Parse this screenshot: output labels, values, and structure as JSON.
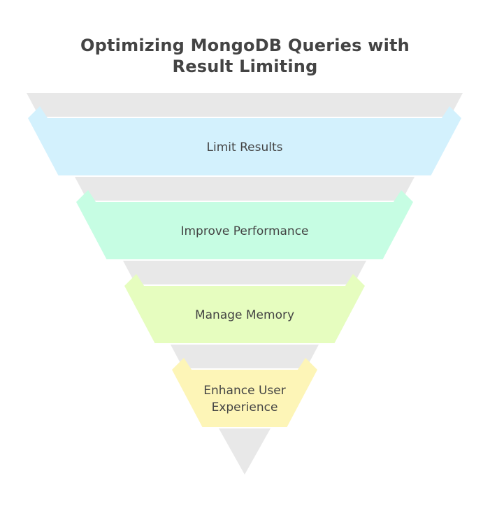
{
  "diagram": {
    "title": "Optimizing MongoDB Queries with Result Limiting",
    "type": "funnel",
    "stages": [
      {
        "label_lines": [
          "Limit Results"
        ],
        "color": "#d3f1fd"
      },
      {
        "label_lines": [
          "Improve Performance"
        ],
        "color": "#c6fde3"
      },
      {
        "label_lines": [
          "Manage Memory"
        ],
        "color": "#e6fdbf"
      },
      {
        "label_lines": [
          "Enhance User",
          "Experience"
        ],
        "color": "#fdf5b7"
      }
    ],
    "connector_color": "#e8e8e8",
    "text_color": "#444444"
  }
}
